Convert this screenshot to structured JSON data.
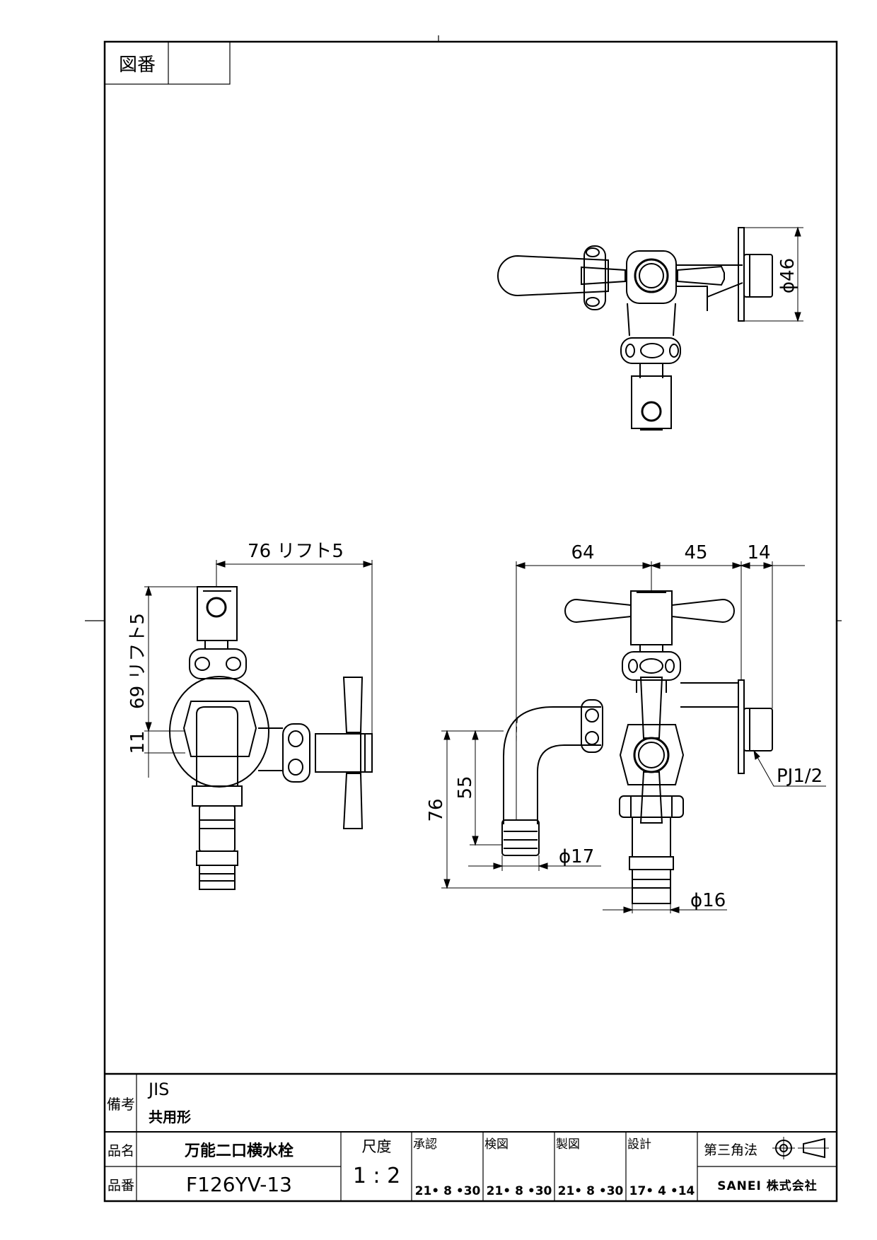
{
  "drawing_no_label": "図番",
  "drawing_no_value": "",
  "dimensions": {
    "top_dia": "ϕ46",
    "side_width": "76 リフト5",
    "side_height": "69 リフト5",
    "side_offset": "11",
    "front_a": "64",
    "front_b": "45",
    "front_c": "14",
    "front_h55": "55",
    "front_h76": "76",
    "dia17": "ϕ17",
    "dia16": "ϕ16",
    "thread": "PJ1/2"
  },
  "title_block": {
    "remarks_label": "備考",
    "remarks_line1": "JIS",
    "remarks_line2": "共用形",
    "name_label": "品名",
    "name_value": "万能二口横水栓",
    "part_label": "品番",
    "part_value": "F126YV-13",
    "scale_label": "尺度",
    "scale_value": "1 : 2",
    "approve_label": "承認",
    "approve_date": "21• 8 •30",
    "check_label": "検図",
    "check_date": "21• 8 •30",
    "draft_label": "製図",
    "draft_date": "21• 8 •30",
    "design_label": "設計",
    "design_date": "17• 4 •14",
    "projection_label": "第三角法",
    "company": "SANEI 株式会社"
  }
}
